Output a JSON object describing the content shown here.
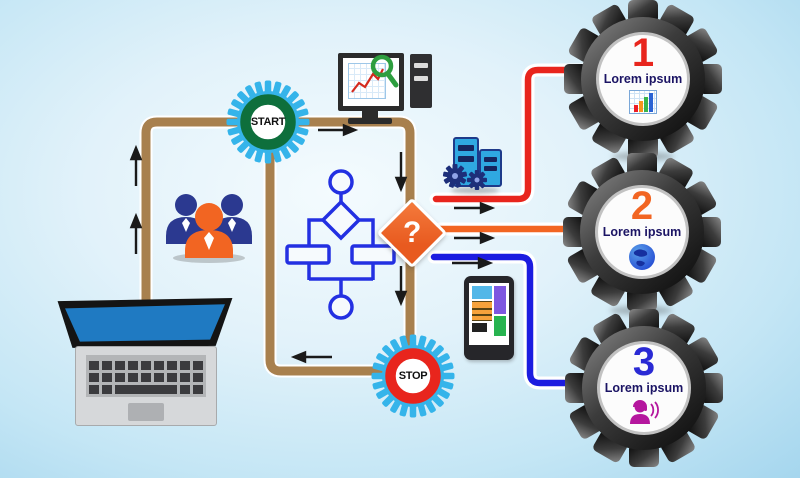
{
  "diagram": {
    "badges": {
      "start": "START",
      "stop": "STOP"
    },
    "decision": {
      "symbol": "?"
    },
    "steps": [
      {
        "number": "1",
        "label": "Lorem ipsum",
        "icon": "bar-chart",
        "accent_color": "#e8251d",
        "connector_color": "#e8251d"
      },
      {
        "number": "2",
        "label": "Lorem ipsum",
        "icon": "globe",
        "accent_color": "#f26522",
        "connector_color": "#f26522"
      },
      {
        "number": "3",
        "label": "Lorem ipsum",
        "icon": "support-agent",
        "accent_color": "#2a2ad4",
        "connector_color": "#1c1ce0"
      }
    ],
    "icons": [
      "laptop",
      "people-group",
      "desktop-computer-with-magnifier",
      "servers-with-gears",
      "smartphone-apps",
      "flowchart"
    ],
    "colors": {
      "loop_line_brown": "#a8804e",
      "flowchart_blue": "#2330e2",
      "badge_gear_cyan": "#35b4ea",
      "start_ring_green": "#0e6f3c",
      "stop_ring_red": "#e8251d",
      "decision_orange": "#e85a1f",
      "label_navy": "#1b1464",
      "gear_dark": "#1a1a1a",
      "background_blue": "#a5d6ee"
    }
  }
}
